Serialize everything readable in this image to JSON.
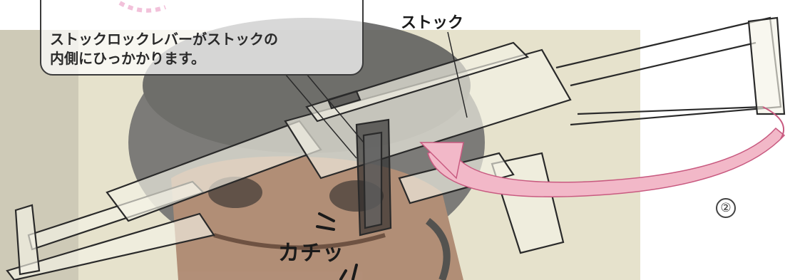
{
  "labels": {
    "stock": "ストック",
    "callout_line1": "ストックロックレバーがストックの",
    "callout_line2": "内側にひっかかります。",
    "kachi": "カチッ",
    "step_number": "②"
  },
  "colors": {
    "photo_background": "#e8e4d0",
    "arrow_pink": "#f2b8c8",
    "arrow_outline": "#c85a80",
    "dotted_magenta": "#d0207a",
    "line_art": "#2a2a2a"
  },
  "icons": {
    "rotation_arrow": "pink-curved-arrow",
    "dotted_highlight": "magenta-dotted-arc"
  }
}
